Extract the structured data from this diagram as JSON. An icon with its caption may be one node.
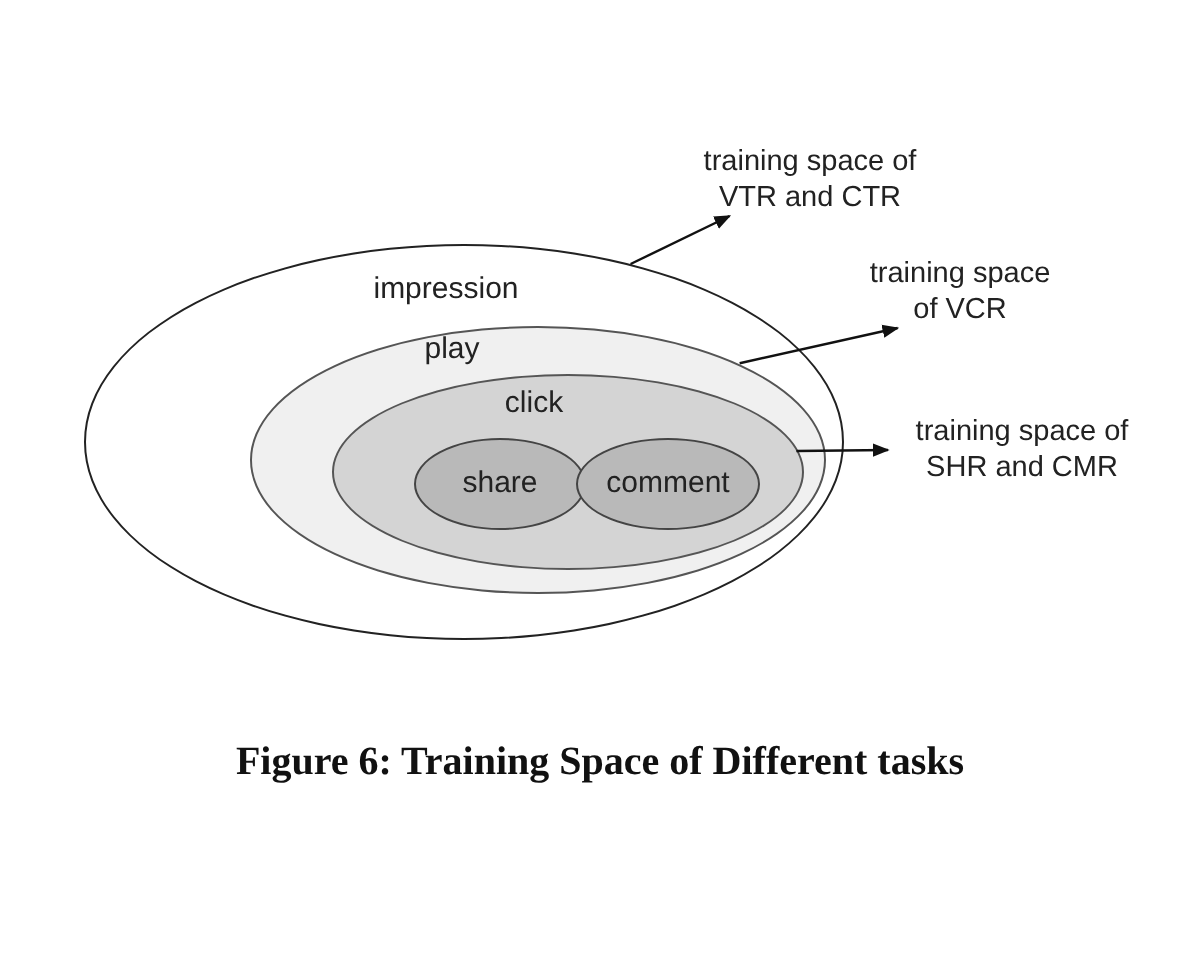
{
  "diagram": {
    "caption": "Figure 6: Training Space of Different tasks",
    "nodes": [
      {
        "text": [
          "impression"
        ]
      },
      {
        "text": [
          "play"
        ],
        "in": 0
      },
      {
        "text": [
          "click"
        ],
        "in": 1
      },
      {
        "text": [
          "share"
        ],
        "in": 2
      },
      {
        "text": [
          "comment"
        ],
        "in": 2
      },
      {
        "text": [
          "training space of VTR and CTR"
        ]
      },
      {
        "text": [
          "training space of VCR"
        ]
      },
      {
        "text": [
          "training space of SHR and CMR"
        ]
      }
    ],
    "edges": [
      {
        "from": 0,
        "to": 5,
        "arrow": "to"
      },
      {
        "from": 1,
        "to": 6,
        "arrow": "to"
      },
      {
        "from": 2,
        "to": 7,
        "arrow": "to"
      }
    ]
  }
}
